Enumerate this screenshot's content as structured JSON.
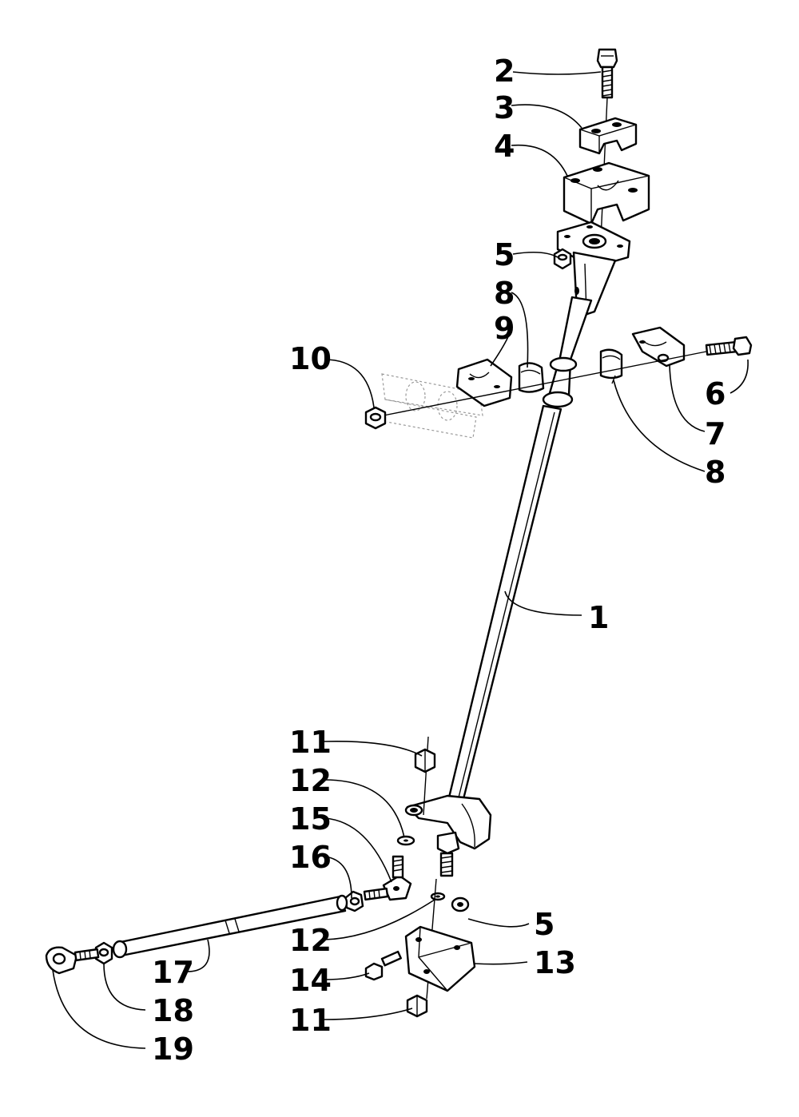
{
  "callouts": [
    {
      "id": "c1",
      "label": "1"
    },
    {
      "id": "c2",
      "label": "2"
    },
    {
      "id": "c3",
      "label": "3"
    },
    {
      "id": "c4",
      "label": "4"
    },
    {
      "id": "c5a",
      "label": "5"
    },
    {
      "id": "c5b",
      "label": "5"
    },
    {
      "id": "c6",
      "label": "6"
    },
    {
      "id": "c7",
      "label": "7"
    },
    {
      "id": "c8a",
      "label": "8"
    },
    {
      "id": "c8b",
      "label": "8"
    },
    {
      "id": "c9",
      "label": "9"
    },
    {
      "id": "c10",
      "label": "10"
    },
    {
      "id": "c11a",
      "label": "11"
    },
    {
      "id": "c11b",
      "label": "11"
    },
    {
      "id": "c12a",
      "label": "12"
    },
    {
      "id": "c12b",
      "label": "12"
    },
    {
      "id": "c13",
      "label": "13"
    },
    {
      "id": "c14",
      "label": "14"
    },
    {
      "id": "c15",
      "label": "15"
    },
    {
      "id": "c16",
      "label": "16"
    },
    {
      "id": "c17",
      "label": "17"
    },
    {
      "id": "c18",
      "label": "18"
    },
    {
      "id": "c19",
      "label": "19"
    }
  ]
}
